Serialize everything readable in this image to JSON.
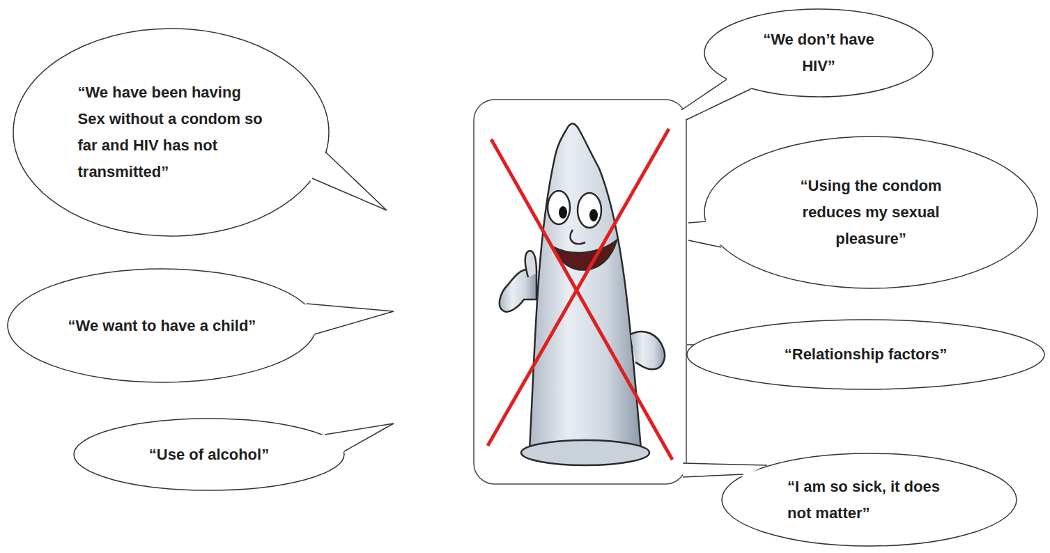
{
  "diagram": {
    "nodes": [
      {
        "text": [
          "“We don’t have HIV”"
        ]
      },
      {
        "text": [
          "“We have been having Sex without a condom so far and HIV has not transmitted”"
        ]
      },
      {
        "text": [
          "“Using the condom reduces my sexual pleasure”"
        ]
      },
      {
        "text": [
          "“We want to have a child”"
        ]
      },
      {
        "text": [
          "“Relationship factors”"
        ]
      },
      {
        "text": [
          "“Use of alcohol”"
        ]
      },
      {
        "text": [
          "“I am so sick, it does not matter”"
        ]
      }
    ]
  }
}
